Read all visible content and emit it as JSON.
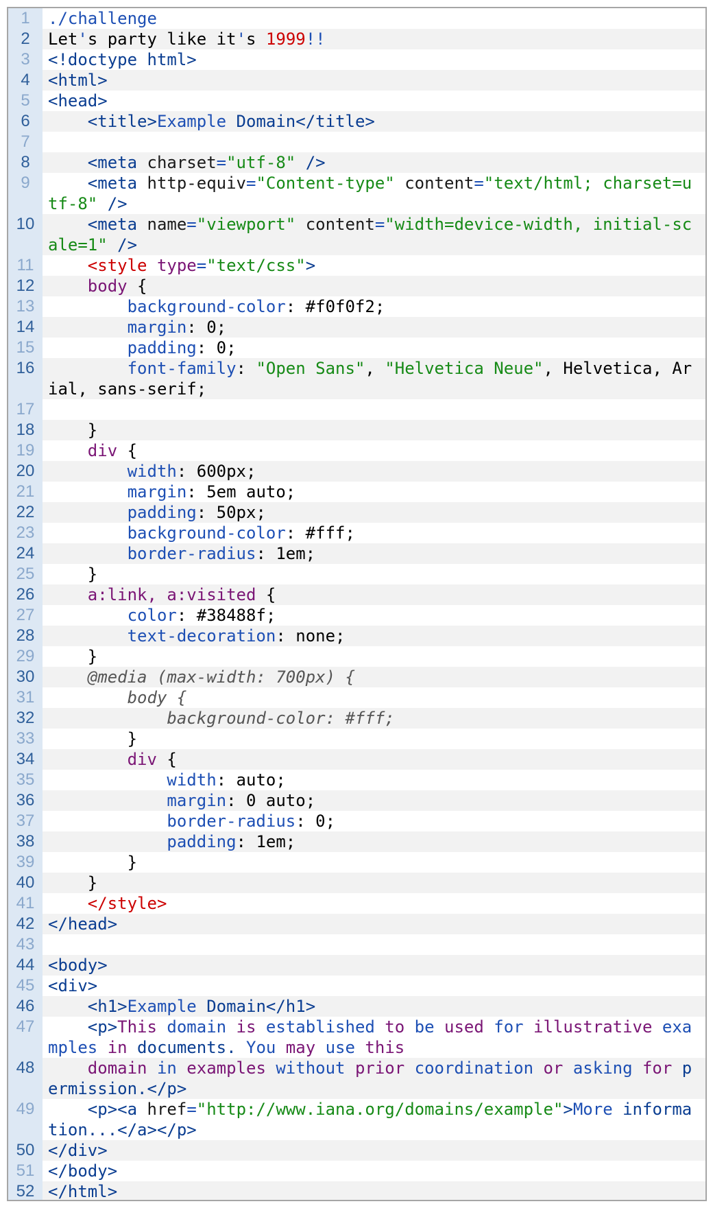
{
  "lines": [
    {
      "n": "1",
      "tokens": [
        [
          "./challenge",
          "blue"
        ]
      ]
    },
    {
      "n": "2",
      "tokens": [
        [
          "Let",
          "plain"
        ],
        [
          "'",
          "blue"
        ],
        [
          "s party like it",
          "plain"
        ],
        [
          "'",
          "blue"
        ],
        [
          "s ",
          "plain"
        ],
        [
          "1999",
          "num"
        ],
        [
          "!!",
          "blue"
        ]
      ]
    },
    {
      "n": "3",
      "tokens": [
        [
          "<!doctype",
          "tag"
        ],
        [
          " html",
          "tag"
        ],
        [
          ">",
          "tag"
        ]
      ]
    },
    {
      "n": "4",
      "tokens": [
        [
          "<html>",
          "tag"
        ]
      ]
    },
    {
      "n": "5",
      "tokens": [
        [
          "<head>",
          "tag"
        ]
      ]
    },
    {
      "n": "6",
      "tokens": [
        [
          "    ",
          "plain"
        ],
        [
          "<title>",
          "tag"
        ],
        [
          "Example",
          "blue"
        ],
        [
          " Domain",
          "tag"
        ],
        [
          "</title>",
          "tag"
        ]
      ]
    },
    {
      "n": "7",
      "tokens": [
        [
          "",
          "plain"
        ]
      ]
    },
    {
      "n": "8",
      "tokens": [
        [
          "    ",
          "plain"
        ],
        [
          "<meta ",
          "tag"
        ],
        [
          "charset",
          "attr"
        ],
        [
          "=",
          "op"
        ],
        [
          "\"utf-8\"",
          "str"
        ],
        [
          " />",
          "tag"
        ]
      ]
    },
    {
      "n": "9",
      "tokens": [
        [
          "    ",
          "plain"
        ],
        [
          "<meta ",
          "tag"
        ],
        [
          "http-equiv",
          "attr"
        ],
        [
          "=",
          "op"
        ],
        [
          "\"Content-type\"",
          "str"
        ],
        [
          " content",
          "attr"
        ],
        [
          "=",
          "op"
        ],
        [
          "\"text/html; charset=utf-8\"",
          "str"
        ],
        [
          " />",
          "tag"
        ]
      ]
    },
    {
      "n": "10",
      "tokens": [
        [
          "    ",
          "plain"
        ],
        [
          "<meta ",
          "tag"
        ],
        [
          "name",
          "attr"
        ],
        [
          "=",
          "op"
        ],
        [
          "\"viewport\"",
          "str"
        ],
        [
          " content",
          "attr"
        ],
        [
          "=",
          "op"
        ],
        [
          "\"width=device-width, initial-scale=1\"",
          "str"
        ],
        [
          " />",
          "tag"
        ]
      ]
    },
    {
      "n": "11",
      "tokens": [
        [
          "    ",
          "plain"
        ],
        [
          "<style ",
          "style"
        ],
        [
          "type",
          "kw"
        ],
        [
          "=",
          "op"
        ],
        [
          "\"text/css\"",
          "str"
        ],
        [
          ">",
          "tag"
        ]
      ]
    },
    {
      "n": "12",
      "tokens": [
        [
          "    ",
          "plain"
        ],
        [
          "body",
          "kw"
        ],
        [
          " {",
          "plain"
        ]
      ]
    },
    {
      "n": "13",
      "tokens": [
        [
          "        ",
          "plain"
        ],
        [
          "background-color",
          "prop"
        ],
        [
          ": #f0f0f2;",
          "plain"
        ]
      ]
    },
    {
      "n": "14",
      "tokens": [
        [
          "        ",
          "plain"
        ],
        [
          "margin",
          "prop"
        ],
        [
          ": 0;",
          "plain"
        ]
      ]
    },
    {
      "n": "15",
      "tokens": [
        [
          "        ",
          "plain"
        ],
        [
          "padding",
          "prop"
        ],
        [
          ": 0;",
          "plain"
        ]
      ]
    },
    {
      "n": "16",
      "tokens": [
        [
          "        ",
          "plain"
        ],
        [
          "font-family",
          "prop"
        ],
        [
          ": ",
          "plain"
        ],
        [
          "\"Open Sans\"",
          "str"
        ],
        [
          ", ",
          "plain"
        ],
        [
          "\"Helvetica Neue\"",
          "str"
        ],
        [
          ", Helvetica, Arial, sans-serif;",
          "plain"
        ]
      ]
    },
    {
      "n": "17",
      "tokens": [
        [
          "",
          "plain"
        ]
      ]
    },
    {
      "n": "18",
      "tokens": [
        [
          "    }",
          "plain"
        ]
      ]
    },
    {
      "n": "19",
      "tokens": [
        [
          "    ",
          "plain"
        ],
        [
          "div",
          "kw"
        ],
        [
          " {",
          "plain"
        ]
      ]
    },
    {
      "n": "20",
      "tokens": [
        [
          "        ",
          "plain"
        ],
        [
          "width",
          "prop"
        ],
        [
          ": 600px;",
          "plain"
        ]
      ]
    },
    {
      "n": "21",
      "tokens": [
        [
          "        ",
          "plain"
        ],
        [
          "margin",
          "prop"
        ],
        [
          ": 5em auto;",
          "plain"
        ]
      ]
    },
    {
      "n": "22",
      "tokens": [
        [
          "        ",
          "plain"
        ],
        [
          "padding",
          "prop"
        ],
        [
          ": 50px;",
          "plain"
        ]
      ]
    },
    {
      "n": "23",
      "tokens": [
        [
          "        ",
          "plain"
        ],
        [
          "background-color",
          "prop"
        ],
        [
          ": #fff;",
          "plain"
        ]
      ]
    },
    {
      "n": "24",
      "tokens": [
        [
          "        ",
          "plain"
        ],
        [
          "border-radius",
          "prop"
        ],
        [
          ": 1em;",
          "plain"
        ]
      ]
    },
    {
      "n": "25",
      "tokens": [
        [
          "    }",
          "plain"
        ]
      ]
    },
    {
      "n": "26",
      "tokens": [
        [
          "    ",
          "plain"
        ],
        [
          "a:link, a:visited",
          "kw"
        ],
        [
          " {",
          "plain"
        ]
      ]
    },
    {
      "n": "27",
      "tokens": [
        [
          "        ",
          "plain"
        ],
        [
          "color",
          "prop"
        ],
        [
          ": #38488f;",
          "plain"
        ]
      ]
    },
    {
      "n": "28",
      "tokens": [
        [
          "        ",
          "plain"
        ],
        [
          "text-decoration",
          "prop"
        ],
        [
          ": none;",
          "plain"
        ]
      ]
    },
    {
      "n": "29",
      "tokens": [
        [
          "    }",
          "plain"
        ]
      ]
    },
    {
      "n": "30",
      "tokens": [
        [
          "    ",
          "plain"
        ],
        [
          "@media (max-width: 700px) {",
          "med"
        ]
      ]
    },
    {
      "n": "31",
      "tokens": [
        [
          "        ",
          "plain"
        ],
        [
          "body {",
          "med"
        ]
      ]
    },
    {
      "n": "32",
      "tokens": [
        [
          "            ",
          "plain"
        ],
        [
          "background-color: #fff;",
          "med"
        ]
      ]
    },
    {
      "n": "33",
      "tokens": [
        [
          "        }",
          "plain"
        ]
      ]
    },
    {
      "n": "34",
      "tokens": [
        [
          "        ",
          "plain"
        ],
        [
          "div",
          "kw"
        ],
        [
          " {",
          "plain"
        ]
      ]
    },
    {
      "n": "35",
      "tokens": [
        [
          "            ",
          "plain"
        ],
        [
          "width",
          "prop"
        ],
        [
          ": auto;",
          "plain"
        ]
      ]
    },
    {
      "n": "36",
      "tokens": [
        [
          "            ",
          "plain"
        ],
        [
          "margin",
          "prop"
        ],
        [
          ": 0 auto;",
          "plain"
        ]
      ]
    },
    {
      "n": "37",
      "tokens": [
        [
          "            ",
          "plain"
        ],
        [
          "border-radius",
          "prop"
        ],
        [
          ": 0;",
          "plain"
        ]
      ]
    },
    {
      "n": "38",
      "tokens": [
        [
          "            ",
          "plain"
        ],
        [
          "padding",
          "prop"
        ],
        [
          ": 1em;",
          "plain"
        ]
      ]
    },
    {
      "n": "39",
      "tokens": [
        [
          "        }",
          "plain"
        ]
      ]
    },
    {
      "n": "40",
      "tokens": [
        [
          "    }",
          "plain"
        ]
      ]
    },
    {
      "n": "41",
      "tokens": [
        [
          "    ",
          "plain"
        ],
        [
          "</style>",
          "style"
        ]
      ]
    },
    {
      "n": "42",
      "tokens": [
        [
          "</head>",
          "tag"
        ]
      ]
    },
    {
      "n": "43",
      "tokens": [
        [
          "",
          "plain"
        ]
      ]
    },
    {
      "n": "44",
      "tokens": [
        [
          "<body>",
          "tag"
        ]
      ]
    },
    {
      "n": "45",
      "tokens": [
        [
          "<div>",
          "tag"
        ]
      ]
    },
    {
      "n": "46",
      "tokens": [
        [
          "    ",
          "plain"
        ],
        [
          "<h1>",
          "tag"
        ],
        [
          "Example",
          "blue"
        ],
        [
          " Domain",
          "tag"
        ],
        [
          "</h1>",
          "tag"
        ]
      ]
    },
    {
      "n": "47",
      "tokens": [
        [
          "    ",
          "plain"
        ],
        [
          "<p>",
          "tag"
        ],
        [
          "This",
          "purple"
        ],
        [
          " domain ",
          "blue"
        ],
        [
          "is",
          "purple"
        ],
        [
          " established ",
          "blue"
        ],
        [
          "to",
          "purple"
        ],
        [
          " be ",
          "blue"
        ],
        [
          "used",
          "purple"
        ],
        [
          " for ",
          "blue"
        ],
        [
          "illustrative",
          "purple"
        ],
        [
          " examples ",
          "blue"
        ],
        [
          "in",
          "purple"
        ],
        [
          " documents. ",
          "tag"
        ],
        [
          "You",
          "blue"
        ],
        [
          " may ",
          "purple"
        ],
        [
          "use",
          "blue"
        ],
        [
          " this",
          "purple"
        ]
      ]
    },
    {
      "n": "48",
      "tokens": [
        [
          "    ",
          "plain"
        ],
        [
          "domain",
          "purple"
        ],
        [
          " in ",
          "blue"
        ],
        [
          "examples",
          "purple"
        ],
        [
          " without ",
          "blue"
        ],
        [
          "prior",
          "purple"
        ],
        [
          " coordination ",
          "blue"
        ],
        [
          "or",
          "purple"
        ],
        [
          " asking ",
          "blue"
        ],
        [
          "for",
          "purple"
        ],
        [
          " permission.",
          "tag"
        ],
        [
          "</p>",
          "tag"
        ]
      ]
    },
    {
      "n": "49",
      "tokens": [
        [
          "    ",
          "plain"
        ],
        [
          "<p>",
          "tag"
        ],
        [
          "<a ",
          "tag"
        ],
        [
          "href",
          "attr"
        ],
        [
          "=",
          "op"
        ],
        [
          "\"http://www.iana.org/domains/example\"",
          "str"
        ],
        [
          ">",
          "tag"
        ],
        [
          "More",
          "blue"
        ],
        [
          " information...",
          "tag"
        ],
        [
          "</a></p>",
          "tag"
        ]
      ]
    },
    {
      "n": "50",
      "tokens": [
        [
          "</div>",
          "tag"
        ]
      ]
    },
    {
      "n": "51",
      "tokens": [
        [
          "</body>",
          "tag"
        ]
      ]
    },
    {
      "n": "52",
      "tokens": [
        [
          "</html>",
          "tag"
        ]
      ]
    }
  ]
}
